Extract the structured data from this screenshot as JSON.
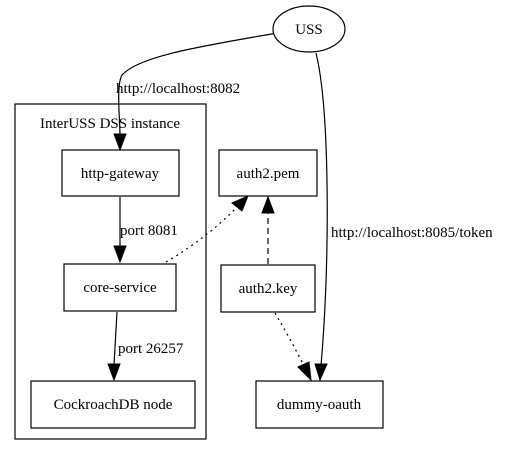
{
  "diagram": {
    "cluster": {
      "label": "InterUSS DSS instance"
    },
    "nodes": {
      "uss": "USS",
      "gateway": "http-gateway",
      "core": "core-service",
      "db": "CockroachDB node",
      "pem": "auth2.pem",
      "key": "auth2.key",
      "oauth": "dummy-oauth"
    },
    "edges": [
      {
        "from": "USS",
        "to": "http-gateway",
        "label": "http://localhost:8082",
        "style": "solid"
      },
      {
        "from": "USS",
        "to": "dummy-oauth",
        "label": "http://localhost:8085/token",
        "style": "solid"
      },
      {
        "from": "http-gateway",
        "to": "core-service",
        "label": "port 8081",
        "style": "solid"
      },
      {
        "from": "core-service",
        "to": "CockroachDB node",
        "label": "port 26257",
        "style": "solid"
      },
      {
        "from": "core-service",
        "to": "auth2.pem",
        "label": "",
        "style": "dotted"
      },
      {
        "from": "auth2.key",
        "to": "auth2.pem",
        "label": "",
        "style": "dashed"
      },
      {
        "from": "auth2.key",
        "to": "dummy-oauth",
        "label": "",
        "style": "dotted"
      }
    ]
  }
}
